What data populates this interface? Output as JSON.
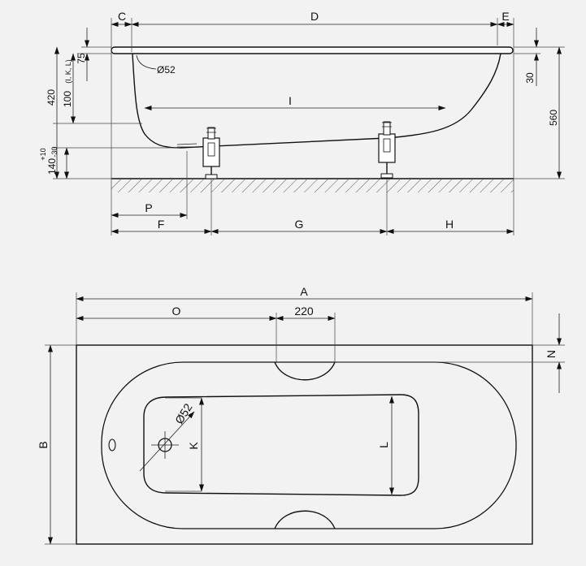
{
  "side_view": {
    "labels": {
      "c": "C",
      "d": "D",
      "e": "E",
      "dim_75": "75",
      "dia_52": "Ø52",
      "dim_100": "100",
      "dim_100_note": "(I, K, L)",
      "dim_420": "420",
      "dim_i": "I",
      "tol_plus": "+10",
      "dim_140": "140",
      "tol_minus": "-30",
      "dim_30": "30",
      "dim_560": "560",
      "p": "P",
      "f": "F",
      "g": "G",
      "h": "H"
    }
  },
  "top_view": {
    "labels": {
      "a": "A",
      "o": "O",
      "dim_220": "220",
      "n": "N",
      "b": "B",
      "dia_52": "Ø52",
      "k": "K",
      "l": "L"
    }
  }
}
